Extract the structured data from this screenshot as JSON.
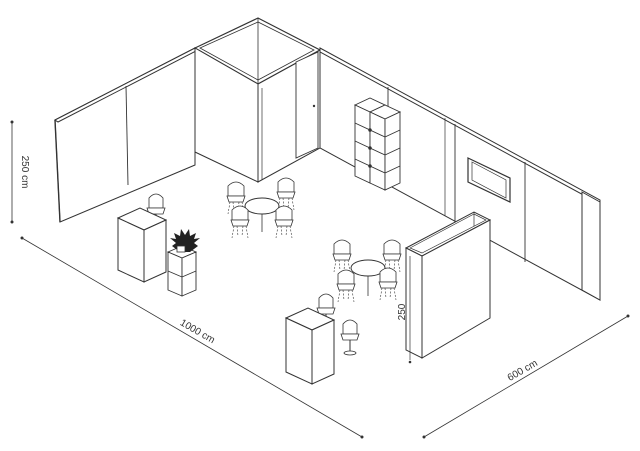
{
  "dimensions": {
    "height_wall": "250 cm",
    "length": "1000 cm",
    "depth": "600 cm",
    "partition_height": "250"
  },
  "colors": {
    "line": "#333333",
    "wall_fill": "#ffffff",
    "shade": "#dddddd",
    "plant": "#222222"
  }
}
